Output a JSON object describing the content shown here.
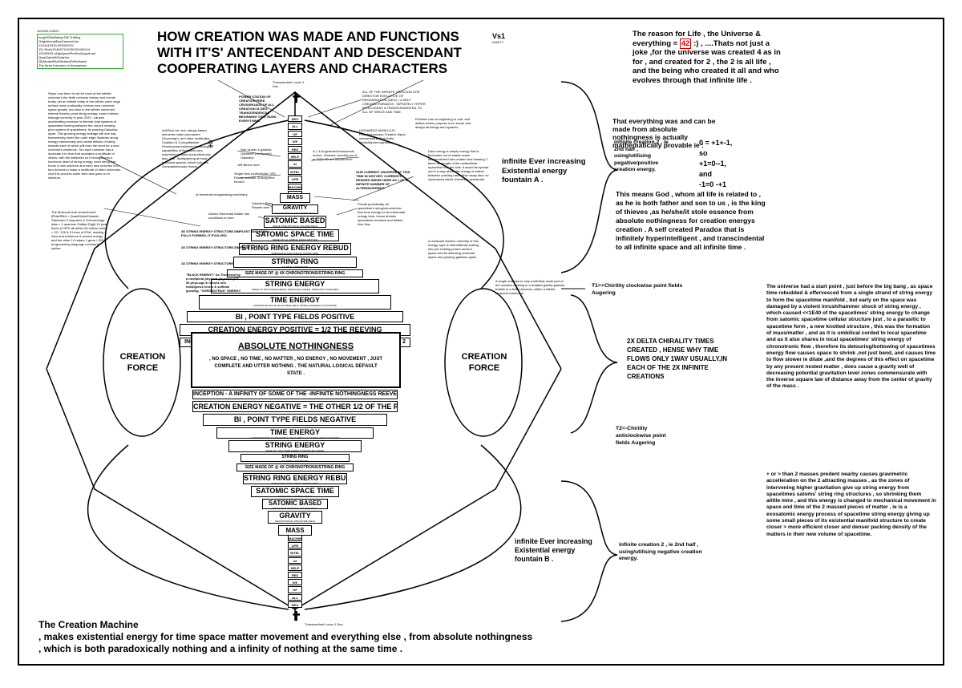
{
  "header": {
    "title": "HOW CREATION WAS MADE AND FUNCTIONS WITH IT'S' ANTECENDANT AND DESCENDANT COOPERATING LAYERS AND CHARACTERS",
    "version": "Vs1",
    "version_sub": "Draft 17",
    "stamp_date": "11/2020-1/2021",
    "stamp_lines": [
      "mcg/HGNeWaeyrTM/ 2ntMcg",
      "OriginActualEyeGameeVdro",
      "12X4410315-05/02/2021",
      "111-Stoliz2X44571XX05X3X4811X4",
      "1924Z533 xAltpAperzPhoDeriXpyorbust",
      "QuarGaKeMGhdaXm",
      "QDMmtimlPpZMeirtedZoRoHaerii",
      "The three that were in themselves"
    ]
  },
  "left_text": {
    "intro": "Steps now there is vet for each of the infinite universe's the finite universe history and events today, yet an infinite entity of the infinite outer edge surface area continually evolves new universal space growth. and also in the infinite universes' internal thermic point string energy: some intrinsic leakage currently in year 2020 - causes accelerating increase in internal dual systems of spacetime forming between the old pre existing prior system of spacetimes, its pushing Galactics apart. This growing energy leakage will one day transversely shred the outer edge Systems along energy transversely and create billions of string strands each of which will form the seed for a new universe's existence. Too each universe has a duplicate it in time that recreates a multitude of others, with the attributes so it changes into a harmonic heart of string energy, each string has forms a new universe and each new universe is in turn derived to make a multitude of other universes. And this process came from and goes on in infinitum.",
    "antiTech": "AntiTech etc. but, strings based elements made permanent (Sovereign), and other multitudes - Coalition & Corruptlitewire Grantcorpset between technological capabilities of Nuthiliom very machinery in outer body electronic also. HSI. Ifcarappering at most technical speeds, which includes Gonzaalizeuosaic Nanos...",
    "molecule": "The Molecule that remembered [RNA/RNA = QuantDelta/Galactic Starboard Computers & Ochronology: data > 1 quantum Gallian Digit) 10 year times (2 NFS all within 26-million Units = 22 / 126 & 8 Lines of DSA, reading = lives and existence & protein energy and the other 14 radars 1 gene / GPU programming language command syntax.",
    "ext_lines": [
      "3D STRING ENERGY STRUCTURE,SIMPLEST AND NOW FULLY FORMED, IT EVOLVED.",
      "2D STRING ENERGY STRUCTURE,SIMPLEST.",
      "1D STRING ENERGY STRUCTURE"
    ],
    "black_hole": "\"BLACK ENERGY\" As Theorised by a neoliberal physical physicist (OT-96 phys-age & rehoriz info intelligence levels & selflime growing. \"CHRONOTRUX\" ENERGY"
  },
  "top_labels": {
    "transcend_top": "Transcendent Locus 1 Deo",
    "power_station": "POWER STATION OF CREATION FREE. CROSSROADS OF ALL CREATION IS DEO: TRANSCENDENTAL BEGINNING THAT RUNS EVERYTHING.",
    "all_infinite": "ALL OF THE INFINITE CREATION SITE DIRECTOR EXECUTIVE OF ORGANISATION (DEO) = A SELF CREATED PARADOX . INFINITELY HYPER INTELLIGENT & TRANSCENDENTAL TO ALL OF SPACE AND TIME.",
    "elohim": "Elohimic has no beginning or end. and deities whose purpose is to rescue and design all beings and systems.",
    "leonardo": "LEONARDO ANGELLUS, Femolechnozaes Creative Alpha mentorship & Tech Artist Zenbuildpoint nightrises.",
    "star_cluster": "Star cluster & galactic Gardener (no formed) Galactics.",
    "jeff": "Jeff Bezos here",
    "ai_augmented": "A.I. & Augmented transcends evolve. Humans currently as of yr 2020 AD are human level",
    "single_cell": "Single Item multicellular LIFE, Plants, animals, & biosphere formed.",
    "current_universe": "OUR CURRENT UNIVERSE AT THIS TIME IN HISTORY, CURRENTLY RESIDES INSIDE HERE AS 1 OF A INFINITE NUMBER OF ALTERNAVERSE'S",
    "elemental": "of elemental reorganising machinery.",
    "galaxies": "Galaxies,Stars Planets form",
    "atomic": "Atomic Elemental Matter has conditions to form",
    "dark_energy": "Dark energy is simply energy that is fluctuated out of elastic mass: outermost/rind has created and bursting 2 times the length of the multicellular spacetime into the sink: it would be spread out in a way where the energy is further between pushing each other away also: so reproduces whole Universes accelerate.",
    "floods": "Floods periodically off spacetime's string/chronotronic flow time energy for its existential energy food: hence shrinks spacetimes sections and dilates time flow.",
    "fraction": "A miniscule fraction currently of this energy, type is intermittently leaking into pre existing pulses ancient space and its reflecting universal space and pushing galaxies apart.",
    "universe_single": "A single universe is only a infinitely small part of the creation residing in a isolated gravity glassed bubble in a finite Universe..within a infinite temporal continuum.",
    "transcend_bottom": "Transcendent Locus 1 Deo"
  },
  "layers_top": [
    {
      "label": "MASS",
      "sub": ""
    },
    {
      "label": "GRAVITY",
      "sub": "GRAVITATIONAL SPACETIME FIELD"
    },
    {
      "label": "SATOMIC BASED",
      "sub": "SPACE TIME PHYSICAL SQUARE FIELD"
    },
    {
      "label": "SATOMIC SPACE TIME",
      "sub": "MADE OF 3+1 STRING RINGS KNITTED"
    },
    {
      "label": "STRING RING ENERGY REBUD",
      "sub": "REBUILDING AND LINKING STRING RING"
    },
    {
      "label": "STRING RING",
      "sub": "1/4 WIDE = STANDARD"
    },
    {
      "label": "SIZE MADE OF @ 4X CHRONOTRONS/STRING RING",
      "sub": ""
    },
    {
      "label": "STRING ENERGY",
      "sub": "MADE OF TWO PURE ENERGY PARTICLES LINKED, SPIRALING TOGETHER"
    },
    {
      "label": "TIME ENERGY",
      "sub": "CHRONOTRONIC FLOW DOUBLE HELIX SPIRAL AUGERING CLOCKWISE"
    },
    {
      "label": "BI , POINT TYPE FIELDS POSITIVE",
      "sub": ""
    },
    {
      "label": "CREATION ENERGY POSITIVE = 1/2 THE REEVING",
      "sub": ""
    },
    {
      "label": "INCEPTION - A INFINITY OF SOME OF THE +INFINITE NOTHINGNESS REEVED IN 2",
      "sub": ""
    }
  ],
  "layers_bottom": [
    {
      "label": "INCEPTION - A INFINITY OF SOME OF THE -INFINITE NOTHINGNESS REEVED IN 2",
      "sub": ""
    },
    {
      "label": "CREATION ENERGY NEGATIVE = THE OTHER 1/2 OF THE REEVING",
      "sub": ""
    },
    {
      "label": "BI , POINT TYPE FIELDS NEGATIVE",
      "sub": ""
    },
    {
      "label": "TIME ENERGY",
      "sub": "CHRONOTRONIC FLOW DOUBLE HELIX SPIRAL AUGERING ANTI CLOCKWISE"
    },
    {
      "label": "STRING ENERGY",
      "sub": "MADE OF TWO PURE ENERGY PARTICLES LINKED"
    },
    {
      "label": "STRING RING",
      "sub": "1/4 WIDE = STANDARD"
    },
    {
      "label": "SIZE MADE OF @ 4X CHRONOTRONS/STRING RING",
      "sub": ""
    },
    {
      "label": "STRING RING ENERGY REBUD",
      "sub": "REBUILDING AND LINKING STRING RING"
    },
    {
      "label": "SATOMIC SPACE TIME",
      "sub": "MADE OF 3+1 STRING RINGS"
    },
    {
      "label": "SATOMIC BASED",
      "sub": "SPACE TIME PHYSICAL SQUARE FIELD"
    },
    {
      "label": "GRAVITY",
      "sub": "GRAVITATIONAL SPACETIME FIELD"
    },
    {
      "label": "MASS",
      "sub": ""
    }
  ],
  "column_top": [
    "DEO",
    "ALL",
    "OF",
    "IVE",
    "RES",
    "HELP",
    "AI",
    "INTEL",
    "LIFE",
    "MACHINE",
    "ALIVE"
  ],
  "column_bottom": [
    "MACHINE",
    "LIFE",
    "INTEL",
    "AI",
    "HELP",
    "RES",
    "IVE",
    "OF",
    "ALL",
    "DEO"
  ],
  "center": {
    "absolute_title": "ABSOLUTE NOTHINGNESS",
    "absolute_body": ", NO SPACE , NO TIME , NO MATTER , NO ENERGY , NO MOVEMENT , JUST COMPLETE AND UTTER NOTHING . THE NATURAL LOGICAL DEFAULT STATE ."
  },
  "creation_force": {
    "left": "CREATION FORCE",
    "right": "CREATION FORCE"
  },
  "right": {
    "reason": "The reason for Life , the Universe & everything =",
    "reason_num": "42",
    "reason_rest": ":) , ....Thats not just a joke ,for the universe was created 4 as in for , and created for 2 , the 2 is all life , and the being who created it all and who evolves through that infinite life .",
    "provable": "That everything was and can be made from absolute nothingness is actually mathematically provable ie :",
    "fountain_a": "infinite Ever increasing Existential energy fountain A .",
    "creation2_pos": "infinite creation 2 , ie 2nd half , using/utilising pegative/positive creation energy.",
    "eq_lines": [
      "0 =  +1+-1,",
      "so",
      "+1=0--1,",
      "and",
      "-1=0  -+1"
    ],
    "god": "This means God , whom all life is related to , as he is both father and son to us , is the king of thieves ,as he/she/it stole essence from absolute nothingness for creation energys creation . A self created Paradox that is infinitely hyperintelligent , and transcindental to all infinite space and all infinite time .",
    "t1": "T1=+Chirility clockwise point fields Augering",
    "delta": "2X DELTA CHIRALITY TIMES CREATED , HENSE WHY TIME FLOWS ONLY 1WAY USUALLY,IN EACH OF THE 2X INFINITE CREATIONS",
    "t2": "T2=-Chirility anticlockwise point fields Augering",
    "fountain_b": "infinite Ever increasing Existential energy fountain B .",
    "creation2_neg": "infinite creation 2 , ie 2nd half , using/utilising negative creation energy.",
    "universe_para": "The universe had a start point , just before the big bang , as space time rebudded & effervesced from a single strand of string energy to form the spacetime manifold , but early on the space was damaged by a violent inrush/hammer shock of string energy , which caused <<1E40 of the spacetimes' string energy to change from satomic spacetime cellular structure just , to a parasitic to spacetime form , a new knotted structure , this was the formation of mass/matter , and as it is umbilical corded to local spacetime and as it also shares in local spacetimes' string energy of chronotronic flow , therefore its detouring/bottowing of spacetimes energy flow causes space to shrink ,not just bend, and causes time to flow slower ie dilate ,and the degrees of this effect on spacetime by any present nested matter , does cause a gravity well of decreasing potential gravitation level zones commensurate with the inverse square law of distance away from the center of gravity of the mass .",
    "masses_para": "+ or > than 2 masses predent nearby causes gravimetric accelleration on the 2 attracting masses , as the zones of intervening higher gravitation give up string energy from spacetimes satoms' string ring structures , so shrinking them alittle mire , and this energy is changed to mechanical movement in space and time of the 2 massed pieces of matter , ie is a exosatomic energy process of spacetime string energy giving up some small pieces of its existential manifold structure to create closer > more efficient closer and denser packing density of the matters in their new volume of spacetime."
  },
  "bottom": {
    "heading": "The Creation Machine",
    "text": ", makes existential energy for time space matter movement and everything else , from absolute nothingness , which is both paradoxically nothing and a infinity of nothing at the same time ."
  },
  "colors": {
    "accent_red": "#cc0000",
    "line": "#000000"
  },
  "icons": [
    "female-symbol-icon",
    "cross-icon"
  ]
}
